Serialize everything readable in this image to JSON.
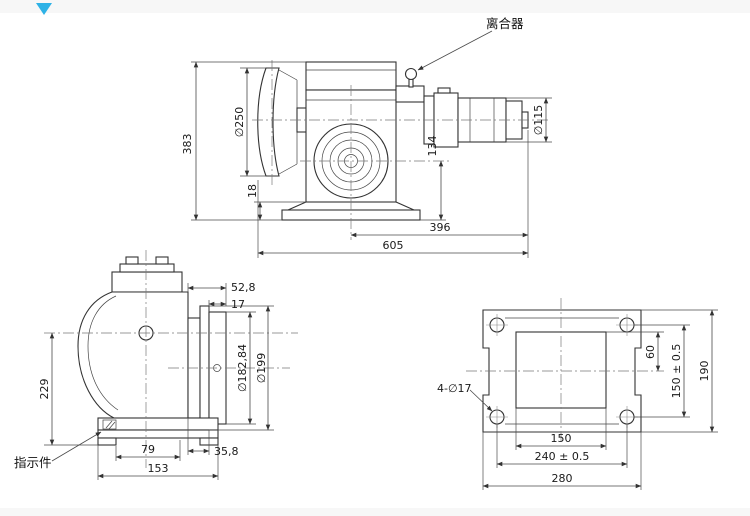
{
  "page": {
    "background": "#ffffff",
    "accent": "#2eb2e6"
  },
  "labels": {
    "clutch": "离合器",
    "indicator": "指示件"
  },
  "side_view": {
    "dims": {
      "overall_height": "383",
      "handwheel_dia": "∅250",
      "base_height": "18",
      "axis_to_base": "134",
      "motor_dia": "∅115",
      "center_to_end": "396",
      "overall_length": "605"
    }
  },
  "front_view": {
    "dims": {
      "flange_width": "52,8",
      "flange_thickness": "17",
      "spigot_dia": "∅182,84",
      "flange_dia": "∅199",
      "axis_to_base": "229",
      "foot_width": "79",
      "hub_width": "35,8",
      "base_width": "153"
    }
  },
  "base_view": {
    "dims": {
      "bolt_holes": "4-∅17",
      "edge_to_center": "60",
      "hole_pitch_vertical": "150 ± 0.5",
      "plate_depth": "190",
      "body_width": "150",
      "hole_pitch_horizontal": "240 ± 0.5",
      "plate_width": "280"
    }
  }
}
